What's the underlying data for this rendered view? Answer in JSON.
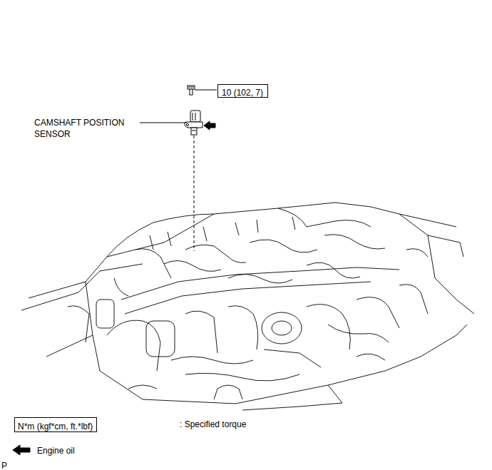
{
  "diagram": {
    "nodes": [
      {
        "text": [
          "10 (102, 7)"
        ]
      },
      {
        "text": [
          "N*m (kgf*cm, ft.*lbf)"
        ]
      }
    ],
    "labels": [
      "CAMSHAFT POSITION SENSOR",
      ": Specified torque",
      "P"
    ],
    "legend": [
      {
        "text": "Engine oil"
      }
    ]
  }
}
